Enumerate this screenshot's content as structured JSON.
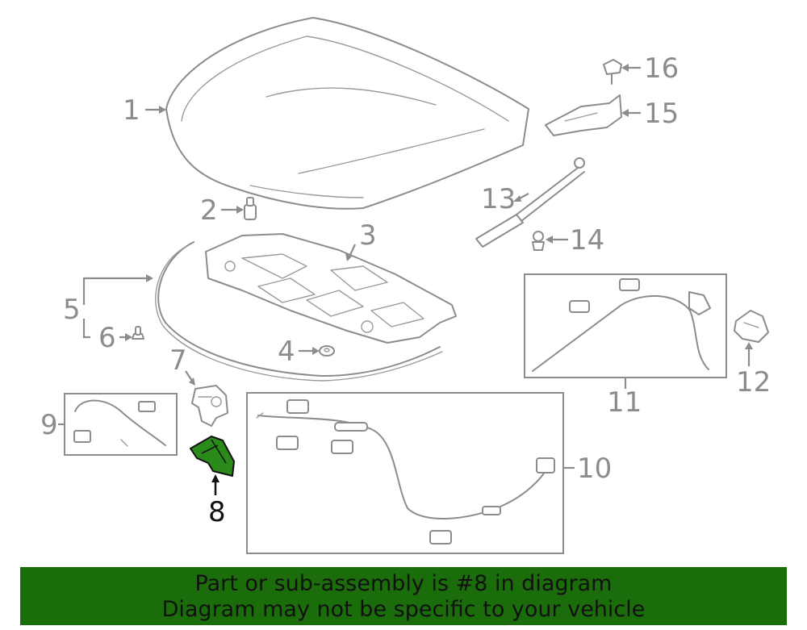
{
  "diagram": {
    "highlight_color": "#2a8a1a",
    "callouts": {
      "c1": "1",
      "c2": "2",
      "c3": "3",
      "c4": "4",
      "c5": "5",
      "c6": "6",
      "c7": "7",
      "c8": "8",
      "c9": "9",
      "c10": "10",
      "c11": "11",
      "c12": "12",
      "c13": "13",
      "c14": "14",
      "c15": "15",
      "c16": "16"
    }
  },
  "banner": {
    "background": "#1a6d0a",
    "line1": "Part or sub-assembly is #8 in diagram",
    "line2": "Diagram may not be specific to your vehicle"
  }
}
